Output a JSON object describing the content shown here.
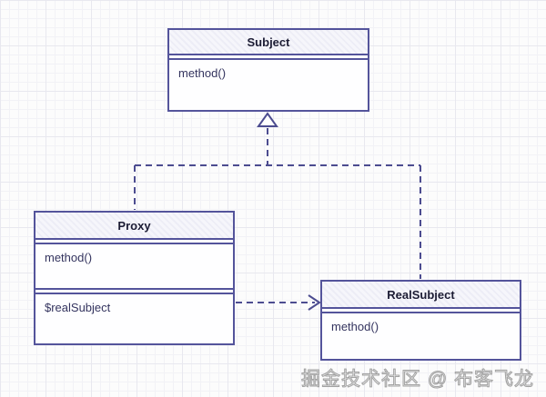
{
  "diagram": {
    "type": "uml-class-diagram",
    "pattern": "Proxy",
    "classes": {
      "subject": {
        "title": "Subject",
        "methods": [
          "method()"
        ]
      },
      "proxy": {
        "title": "Proxy",
        "methods": [
          "method()"
        ],
        "attributes": [
          "$realSubject"
        ]
      },
      "realsubject": {
        "title": "RealSubject",
        "methods": [
          "method()"
        ]
      }
    },
    "relations": [
      {
        "type": "realization",
        "from": "Proxy",
        "to": "Subject",
        "style": "dashed-hollow-triangle"
      },
      {
        "type": "realization",
        "from": "RealSubject",
        "to": "Subject",
        "style": "dashed-hollow-triangle"
      },
      {
        "type": "dependency",
        "from": "Proxy",
        "to": "RealSubject",
        "style": "dashed-open-arrow"
      }
    ],
    "colors": {
      "stroke": "#54549b",
      "connector": "#4c4c90",
      "title_text": "#1c1c34",
      "member_text": "#34345f",
      "title_fill": "#f6f6fb",
      "background": "#fcfcfc",
      "grid_minor": "#f2f2f6",
      "grid_major": "#e8e8ef",
      "watermark": "#a3a3a3"
    },
    "watermark": "掘金技术社区 @ 布客飞龙"
  }
}
